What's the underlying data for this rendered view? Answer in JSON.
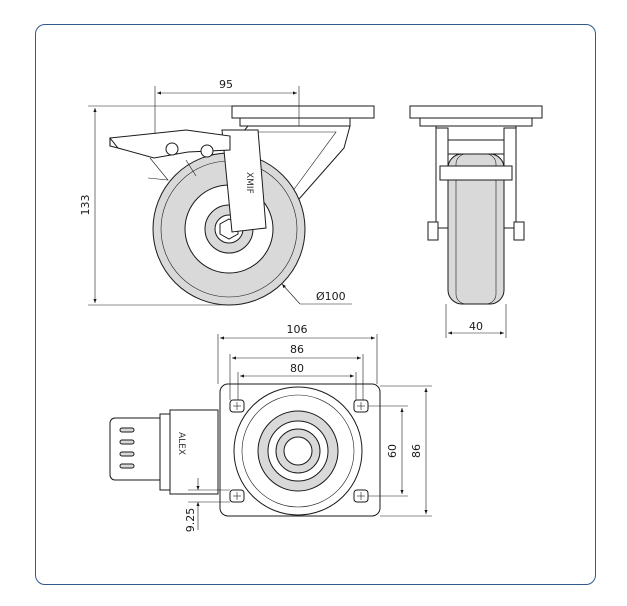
{
  "dimensions": {
    "side_top_offset": "95",
    "overall_height": "133",
    "wheel_diameter": "Ø100",
    "wheel_width": "40",
    "plate_width": "106",
    "hole_spacing_outer": "86",
    "hole_spacing_inner": "80",
    "plate_depth": "86",
    "hole_spacing_depth": "60",
    "slot_size": "9.25"
  },
  "branding": {
    "wheel_mark": "XMIF",
    "brake_mark": "ALEX"
  },
  "colors": {
    "frame_border": "#2f5a8a",
    "line": "#1a1a1a",
    "wheel_fill": "#d9d9d9"
  }
}
